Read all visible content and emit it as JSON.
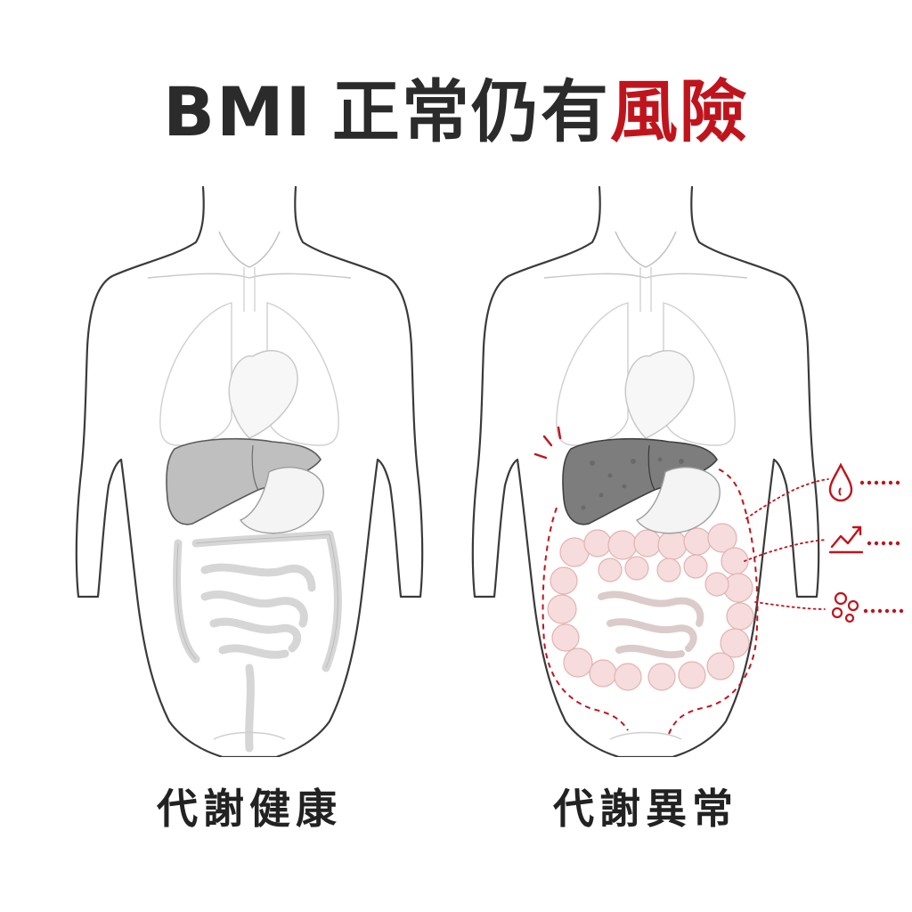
{
  "title": {
    "prefix": "BMI",
    "middle": "正常仍有",
    "highlight": "風險"
  },
  "labels": {
    "left": "代謝健康",
    "right": "代謝異常"
  },
  "colors": {
    "accent": "#c0141c",
    "text": "#2b2b2b",
    "outline": "#3a3a3a"
  },
  "icons": [
    "blood-drop-icon",
    "rising-trend-icon",
    "fat-cells-icon"
  ]
}
